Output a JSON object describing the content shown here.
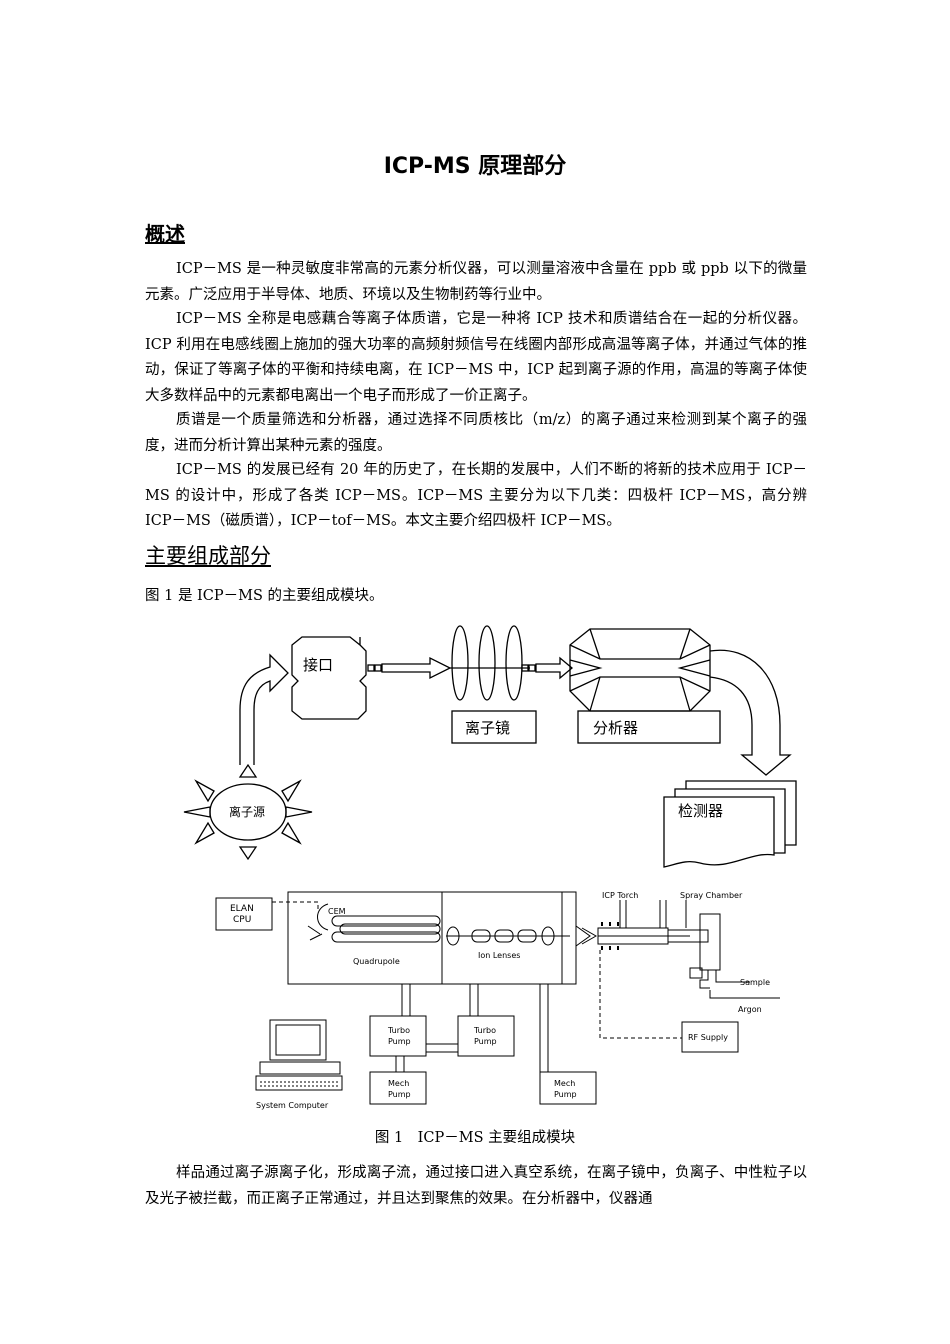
{
  "doc": {
    "title": "ICP-MS 原理部分",
    "section1_heading": "概述",
    "para1": "ICP－MS 是一种灵敏度非常高的元素分析仪器，可以测量溶液中含量在 ppb 或 ppb 以下的微量元素。广泛应用于半导体、地质、环境以及生物制药等行业中。",
    "para2": "ICP－MS 全称是电感藕合等离子体质谱，它是一种将 ICP 技术和质谱结合在一起的分析仪器。ICP 利用在电感线圈上施加的强大功率的高频射频信号在线圈内部形成高温等离子体，并通过气体的推动，保证了等离子体的平衡和持续电离，在 ICP－MS 中，ICP 起到离子源的作用，高温的等离子体使大多数样品中的元素都电离出一个电子而形成了一价正离子。",
    "para3": "质谱是一个质量筛选和分析器，通过选择不同质核比（m/z）的离子通过来检测到某个离子的强度，进而分析计算出某种元素的强度。",
    "para4": "ICP－MS 的发展已经有 20 年的历史了，在长期的发展中，人们不断的将新的技术应用于 ICP－MS 的设计中，形成了各类 ICP－MS。ICP－MS 主要分为以下几类：四极杆 ICP－MS，高分辨 ICP－MS（磁质谱），ICP－tof－MS。本文主要介绍四极杆 ICP－MS。",
    "section2_heading": "主要组成部分",
    "fig_intro": "图 1 是 ICP－MS 的主要组成模块。",
    "caption": "图 1　ICP－MS 主要组成模块",
    "para5": "样品通过离子源离子化，形成离子流，通过接口进入真空系统，在离子镜中，负离子、中性粒子以及光子被拦截，而正离子正常通过，并且达到聚焦的效果。在分析器中，仪器通"
  },
  "diagram_top": {
    "interface": "接口",
    "ion_lens": "离子镜",
    "analyzer": "分析器",
    "ion_source": "离子源",
    "detector": "检测器"
  },
  "diagram_bottom": {
    "elan_cpu_1": "ELAN",
    "elan_cpu_2": "CPU",
    "cem": "CEM",
    "quadrupole": "Quadrupole",
    "ion_lenses": "Ion Lenses",
    "icp_torch": "ICP Torch",
    "spray_chamber": "Spray Chamber",
    "sample": "Sample",
    "argon": "Argon",
    "rf_supply": "RF Supply",
    "turbo_pump_1": "Turbo",
    "turbo_pump_2": "Pump",
    "mech_pump_1": "Mech",
    "mech_pump_2": "Pump",
    "system_computer": "System Computer"
  }
}
